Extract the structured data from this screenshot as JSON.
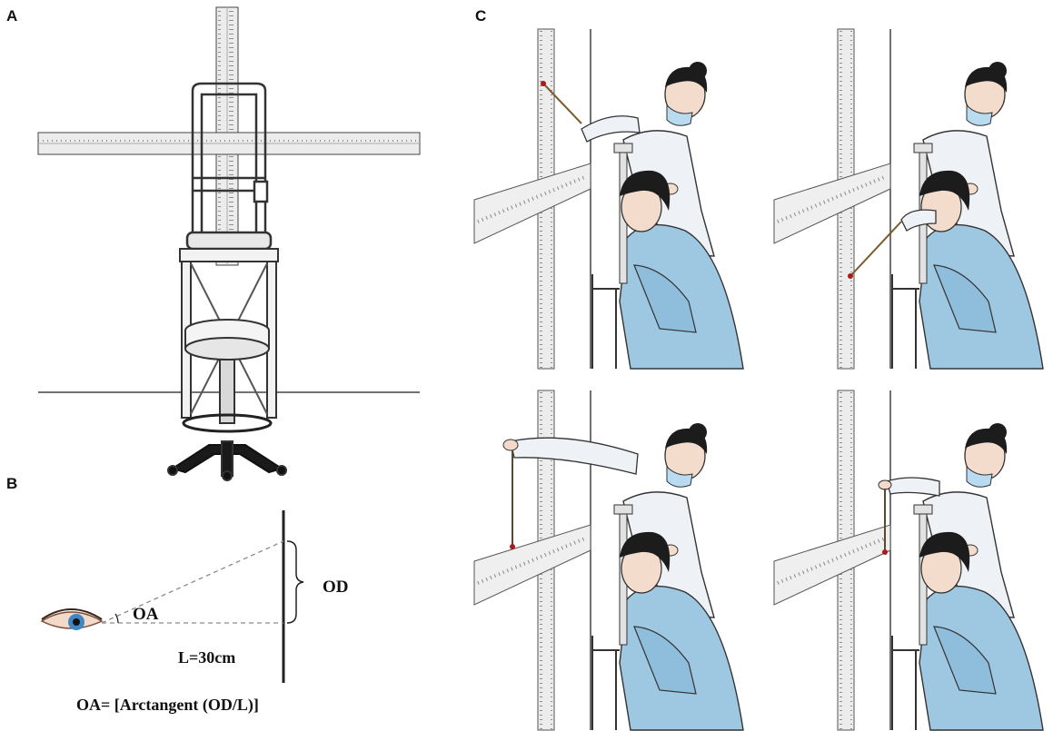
{
  "panels": {
    "a": {
      "letter": "A"
    },
    "b": {
      "letter": "B"
    },
    "c": {
      "letter": "C"
    }
  },
  "diagram_b": {
    "angle_label": "OA",
    "distance_label": "OD",
    "length_label": "L=30cm",
    "formula": "OA= [Arctangent (OD/L)]"
  },
  "colors": {
    "line": "#222222",
    "dash": "#8a8a8a",
    "ruler_fill": "#ededed",
    "coat": "#dfe7ee",
    "shirt": "#9ec8e2",
    "hair": "#1c1c1c",
    "mask": "#b9dbef",
    "iris": "#3f86c4"
  },
  "icons": [
    "eye-icon"
  ]
}
